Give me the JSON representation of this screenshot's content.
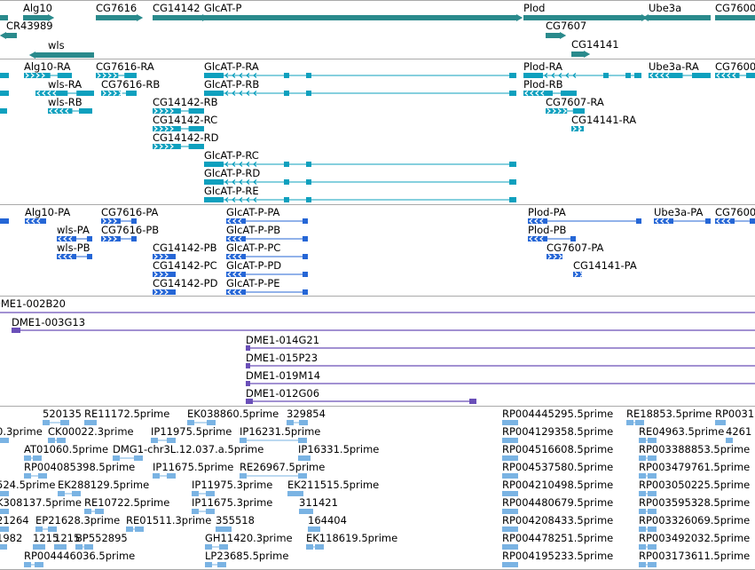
{
  "colors": {
    "gene": "#2a8a8c",
    "transcript": "#0ea0be",
    "protein": "#2566d6",
    "clone": "#6a4fb8",
    "est": "#7ab3e3",
    "separator": "#aaaaaa"
  },
  "genes": [
    {
      "label": "Alg10"
    },
    {
      "label": "CG7616"
    },
    {
      "label": "CG14142"
    },
    {
      "label": "GlcAT-P"
    },
    {
      "label": "Plod"
    },
    {
      "label": "Ube3a"
    },
    {
      "label": "CG7600"
    },
    {
      "label": "CR43989"
    },
    {
      "label": "CG7607"
    },
    {
      "label": "wls"
    },
    {
      "label": "CG14141"
    }
  ],
  "transcripts": [
    {
      "label": "Alg10-RA"
    },
    {
      "label": "CG7616-RA"
    },
    {
      "label": "GlcAT-P-RA"
    },
    {
      "label": "Plod-RA"
    },
    {
      "label": "Ube3a-RA"
    },
    {
      "label": "CG7600"
    },
    {
      "label": "wls-RA"
    },
    {
      "label": "CG7616-RB"
    },
    {
      "label": "GlcAT-P-RB"
    },
    {
      "label": "Plod-RB"
    },
    {
      "label": "wls-RB"
    },
    {
      "label": "CG14142-RB"
    },
    {
      "label": "CG7607-RA"
    },
    {
      "label": "CG14142-RC"
    },
    {
      "label": "CG14141-RA"
    },
    {
      "label": "CG14142-RD"
    },
    {
      "label": "GlcAT-P-RC"
    },
    {
      "label": "GlcAT-P-RD"
    },
    {
      "label": "GlcAT-P-RE"
    }
  ],
  "proteins": [
    {
      "label": "Alg10-PA"
    },
    {
      "label": "CG7616-PA"
    },
    {
      "label": "GlcAT-P-PA"
    },
    {
      "label": "Plod-PA"
    },
    {
      "label": "Ube3a-PA"
    },
    {
      "label": "CG7600"
    },
    {
      "label": "wls-PA"
    },
    {
      "label": "CG7616-PB"
    },
    {
      "label": "GlcAT-P-PB"
    },
    {
      "label": "Plod-PB"
    },
    {
      "label": "wls-PB"
    },
    {
      "label": "CG14142-PB"
    },
    {
      "label": "GlcAT-P-PC"
    },
    {
      "label": "CG7607-PA"
    },
    {
      "label": "CG14142-PC"
    },
    {
      "label": "GlcAT-P-PD"
    },
    {
      "label": "CG14141-PA"
    },
    {
      "label": "CG14142-PD"
    },
    {
      "label": "GlcAT-P-PE"
    }
  ],
  "clones": [
    {
      "label": "DME1-002B20"
    },
    {
      "label": "DME1-003G13"
    },
    {
      "label": "DME1-014G21"
    },
    {
      "label": "DME1-015P23"
    },
    {
      "label": "DME1-019M14"
    },
    {
      "label": "DME1-012G06"
    }
  ],
  "ests": [
    {
      "label": "520135"
    },
    {
      "label": "RE11172.5prime"
    },
    {
      "label": "EK038860.5prime"
    },
    {
      "label": "329854"
    },
    {
      "label": "RP004445295.5prime"
    },
    {
      "label": "RE18853.5prime"
    },
    {
      "label": "RP0031"
    },
    {
      "label": "0.3prime"
    },
    {
      "label": "CK00022.3prime"
    },
    {
      "label": "IP11975.5prime"
    },
    {
      "label": "IP16231.5prime"
    },
    {
      "label": "RP004129358.5prime"
    },
    {
      "label": "RE04963.5prime"
    },
    {
      "label": "4261"
    },
    {
      "label": "AT01060.5prime"
    },
    {
      "label": "DMG1-chr3L.12.037.a.5prime"
    },
    {
      "label": "IP16331.5prime"
    },
    {
      "label": "RP004516608.5prime"
    },
    {
      "label": "RP003388853.5prime"
    },
    {
      "label": "RP004085398.5prime"
    },
    {
      "label": "IP11675.5prime"
    },
    {
      "label": "RE26967.5prime"
    },
    {
      "label": "RP004537580.5prime"
    },
    {
      "label": "RP003479761.5prime"
    },
    {
      "label": "524.5prime"
    },
    {
      "label": "EK288129.5prime"
    },
    {
      "label": "IP11975.3prime"
    },
    {
      "label": "EK211515.5prime"
    },
    {
      "label": "RP004210498.5prime"
    },
    {
      "label": "RP003050225.5prime"
    },
    {
      "label": "K308137.5prime"
    },
    {
      "label": "RE10722.5prime"
    },
    {
      "label": "IP11675.3prime"
    },
    {
      "label": "311421"
    },
    {
      "label": "RP004480679.5prime"
    },
    {
      "label": "RP003595328.5prime"
    },
    {
      "label": "21264"
    },
    {
      "label": "EP21628.3prime"
    },
    {
      "label": "RE01511.3prime"
    },
    {
      "label": "355518"
    },
    {
      "label": "164404"
    },
    {
      "label": "RP004208433.5prime"
    },
    {
      "label": "RP003326069.5prime"
    },
    {
      "label": "1982"
    },
    {
      "label": "1215"
    },
    {
      "label": "1215"
    },
    {
      "label": "BP552895"
    },
    {
      "label": "GH11420.3prime"
    },
    {
      "label": "EK118619.5prime"
    },
    {
      "label": "RP004478251.5prime"
    },
    {
      "label": "RP003492032.5prime"
    },
    {
      "label": "RP004446036.5prime"
    },
    {
      "label": "LP23685.5prime"
    },
    {
      "label": "RP004195233.5prime"
    },
    {
      "label": "RP003173611.5prime"
    }
  ]
}
